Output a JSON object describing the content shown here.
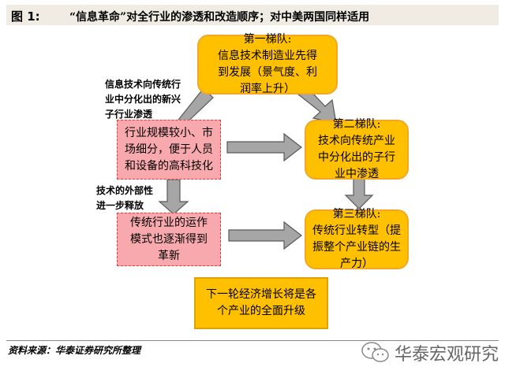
{
  "title": {
    "figure_no": "图 1:",
    "text": "“信息革命”对全行业的渗透和改造顺序；对中美两国同样适用"
  },
  "nodes": {
    "tier1": "第一梯队:\n信息技术制造业先得\n到发展（景气度、利\n润率上升）",
    "tier2": "第二梯队:\n技术向传统产业\n中分化出的子行\n业中渗透",
    "tier3": "第三梯队:\n传统行业转型（提\n振整个产业链的生\n产力）",
    "industry_scale": "行业规模较小、市\n场细分，便于人员\n和设备的高科技化",
    "traditional_ops": "传统行业的运作\n模式也逐渐得到\n革新",
    "next_growth": "下一轮经济增长将是各\n个产业的全面升级"
  },
  "labels": {
    "penetration": "信息技术向传统行\n业中分化出的新兴\n子行业渗透",
    "externality": "技术的外部性\n进一步释放"
  },
  "footer": {
    "source": "资料来源：华泰证券研究所整理",
    "watermark": "华泰宏观研究"
  },
  "colors": {
    "gold": "#ffc000",
    "pink": "#f8a9ad",
    "arrow_fill": "#a6a6a6",
    "title_bg": "#f0ece4"
  }
}
